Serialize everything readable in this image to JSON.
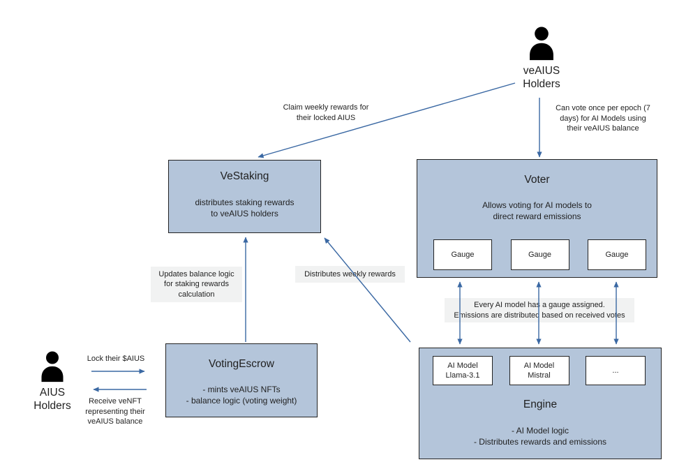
{
  "diagram": {
    "actors": {
      "veaius_holders": {
        "label": "veAIUS\nHolders"
      },
      "aius_holders": {
        "label": "AIUS\nHolders"
      }
    },
    "nodes": {
      "vestaking": {
        "title": "VeStaking",
        "body": "distributes staking rewards\nto veAIUS holders"
      },
      "voter": {
        "title": "Voter",
        "body": "Allows voting for AI models to\ndirect reward emissions",
        "gauges": [
          "Gauge",
          "Gauge",
          "Gauge"
        ]
      },
      "votingescrow": {
        "title": "VotingEscrow",
        "body": "- mints veAIUS NFTs\n- balance logic (voting weight)"
      },
      "engine": {
        "title": "Engine",
        "body": "- AI Model logic\n- Distributes rewards and emissions",
        "models": [
          "AI Model\nLlama-3.1",
          "AI Model\nMistral",
          "..."
        ]
      }
    },
    "edge_labels": {
      "claim_rewards": "Claim weekly rewards for\ntheir locked AIUS",
      "can_vote": "Can vote once per epoch (7\ndays)  for AI Models using\ntheir veAIUS balance",
      "updates_balance": "Updates balance logic\nfor staking rewards\ncalculation",
      "distributes_weekly": "Distributes weekly rewards",
      "gauge_note": "Every AI model has a gauge assigned.\nEmissions are distributed based on received votes",
      "lock_aius": "Lock their $AIUS",
      "receive_venft": "Receive veNFT\nrepresenting their\nveAIUS balance"
    },
    "colors": {
      "box_fill": "#b4c5da",
      "box_border": "#222222",
      "arrow": "#3a68a3",
      "note_bg": "#f1f2f2",
      "text": "#1f1f1f"
    }
  }
}
